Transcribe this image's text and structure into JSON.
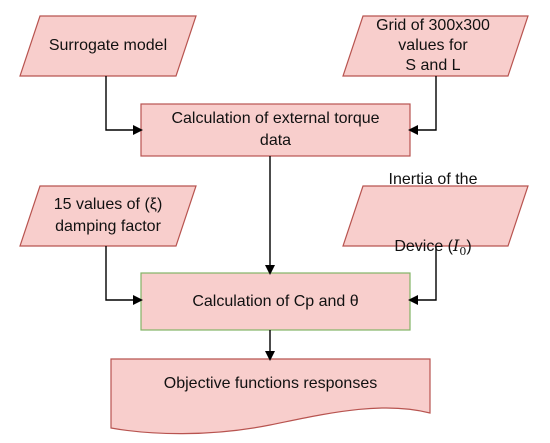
{
  "colors": {
    "fill": "#f8cecc",
    "stroke": "#b85450",
    "line": "#000000",
    "text": "#111111",
    "accent_stroke": "#82b366"
  },
  "nodes": {
    "surrogate": {
      "label": "Surrogate model"
    },
    "grid": {
      "label": "Grid of 300x300\nvalues for\nS and L"
    },
    "torque": {
      "label": "Calculation of external torque\ndata"
    },
    "damping": {
      "label": "15 values of (ξ)\ndamping factor"
    },
    "inertia": {
      "line1": "Inertia of the",
      "line2_prefix": "Device (",
      "symbol": "I",
      "subscript": "0",
      "line2_suffix": ")"
    },
    "cp": {
      "label": "Calculation of Cp and θ"
    },
    "objective": {
      "label": "Objective functions responses"
    }
  }
}
